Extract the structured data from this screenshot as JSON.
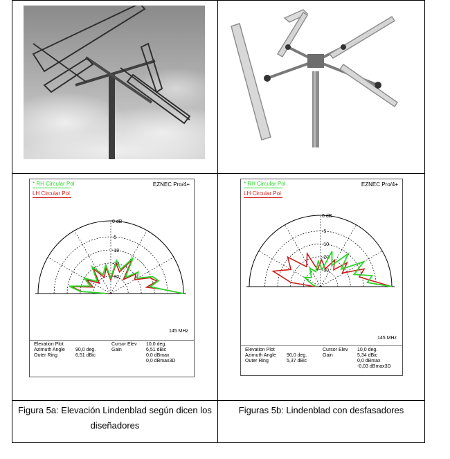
{
  "panel_a": {
    "legend_rh": "* RH Circular Pol",
    "legend_lh": "LH Circular Pol",
    "software": "EZNEC Pro/4+",
    "ticks": [
      "0 dB",
      "-5",
      "-10",
      "-20",
      "-30"
    ],
    "freq": "145 MHz",
    "info_left": [
      "Elevation Plot",
      "Azimuth Angle",
      "Outer Ring"
    ],
    "info_vals": [
      "",
      "90,0 deg.",
      "6,51 dBic"
    ],
    "info_right_labels": [
      "Cursor Elev",
      "Gain",
      "",
      ""
    ],
    "info_right_vals": [
      "10,0 deg.",
      "6,51 dBic",
      "0,0 dBmax",
      "0,0 dBmax3D"
    ],
    "caption": "Figura 5a: Elevación Lindenblad según dicen los diseñadores"
  },
  "panel_b": {
    "legend_rh": "* RH Circular Pol",
    "legend_lh": "LH Circular Pol",
    "software": "EZNEC Pro/4+",
    "ticks": [
      "0 dB",
      "-5",
      "-10",
      "-20",
      "-30"
    ],
    "freq": "145 MHz",
    "info_left": [
      "Elevation Plot",
      "Azimuth Angle",
      "Outer Ring"
    ],
    "info_vals": [
      "",
      "90,0 deg.",
      "5,37 dBic"
    ],
    "info_right_labels": [
      "Cursor Elev",
      "Gain",
      "",
      ""
    ],
    "info_right_vals": [
      "10,0 deg.",
      "5,34 dBic",
      "0,0 dBmax",
      "-0,03 dBmax3D"
    ],
    "caption": "Figuras 5b: Lindenblad con desfasadores"
  },
  "colors": {
    "rh": "#2bd52b",
    "lh": "#c81e1e"
  }
}
